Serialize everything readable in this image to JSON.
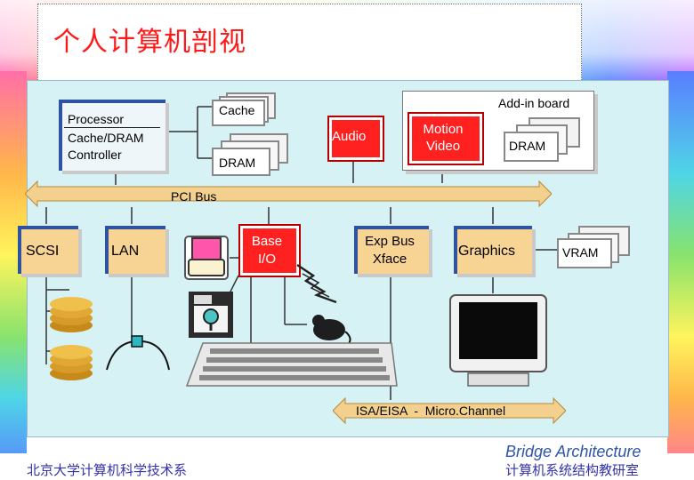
{
  "title": "个人计算机剖视",
  "nodes": {
    "processor": "Processor",
    "cache_dram_controller": "Cache/DRAM\nController",
    "cache": "Cache",
    "dram_top": "DRAM",
    "audio": "Audio",
    "motion_video": "Motion\nVideo",
    "addin_board": "Add-in board",
    "addin_dram": "DRAM",
    "pci_bus": "PCI Bus",
    "scsi": "SCSI",
    "lan": "LAN",
    "base_io": "Base\nI/O",
    "exp_bus_xface": "Exp Bus\nXface",
    "graphics": "Graphics",
    "vram": "VRAM",
    "isa_bus": "ISA/EISA  -  Micro.Channel"
  },
  "caption": "Bridge Architecture",
  "footer": {
    "left": "北京大学计算机科学技术系",
    "right": "计算机系统结构教研室"
  },
  "colors": {
    "title": "#ff1a1a",
    "panel": "#d7f2f4",
    "box_border": "#2f53a3",
    "red_box": "#ff2020",
    "bus_fill": "#f4d08f",
    "footer_text": "#3333aa"
  },
  "icons": [
    "floppy-drive-icon",
    "printer-icon",
    "mouse-icon",
    "monitor-icon",
    "keyboard-icon",
    "disk-stack-icon",
    "network-cable-icon",
    "lightning-icon"
  ]
}
